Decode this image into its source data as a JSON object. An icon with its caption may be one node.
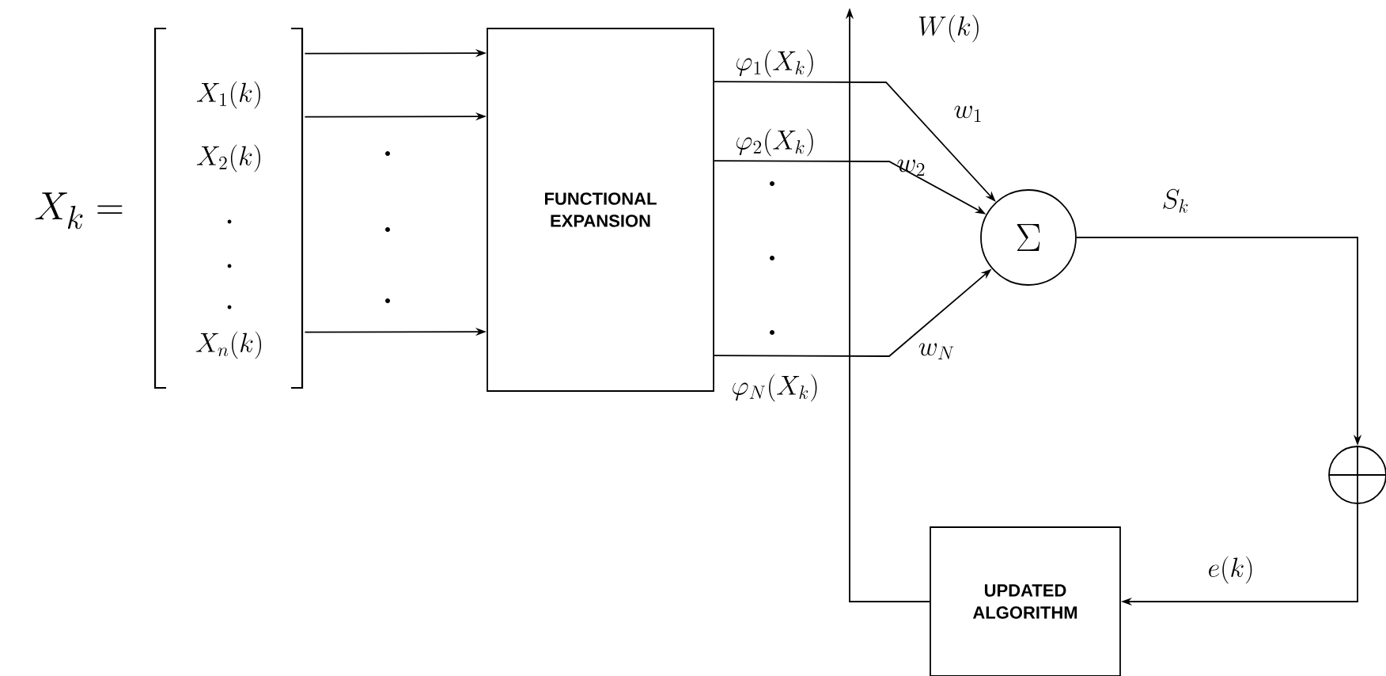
{
  "diagram": {
    "nodes": [
      {
        "text": [
          "X_1(k)",
          "X_2(k)",
          "X_n(k)"
        ]
      },
      {
        "text": [
          "FUNCTIONAL EXPANSION"
        ],
        "beside": [
          "\\varphi_1(X_k)",
          "\\varphi_2(X_k)",
          "\\varphi_N(X_k)"
        ]
      },
      {
        "text": [
          "\\Sigma"
        ]
      },
      {
        "text": [],
        "shape": "circle"
      },
      {
        "text": [
          "UPDATED ALGORITHM"
        ]
      }
    ],
    "edges": [
      {
        "from": 0,
        "to": 1,
        "arrow": "to"
      },
      {
        "from": 0,
        "to": 1,
        "arrow": "to"
      },
      {
        "from": 0,
        "to": 1,
        "arrow": "to"
      },
      {
        "from": 1,
        "to": 2,
        "arrow": "to",
        "label": "w_1"
      },
      {
        "from": 1,
        "to": 2,
        "arrow": "to",
        "label": "w_2"
      },
      {
        "from": 1,
        "to": 2,
        "arrow": "to",
        "label": "w_N"
      },
      {
        "from": 2,
        "to": 3,
        "arrow": "to",
        "label": "S_k"
      },
      {
        "from": 3,
        "to": 4,
        "arrow": "to",
        "label": "e(k)"
      },
      {
        "from": 4,
        "to": null,
        "arrow": "to",
        "label": "W(k)"
      }
    ],
    "labels": [
      "X_k ="
    ]
  }
}
